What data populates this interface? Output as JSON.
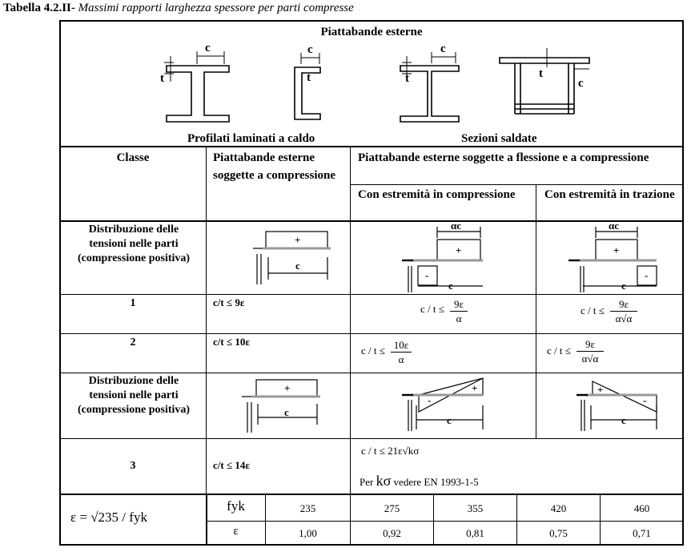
{
  "caption": {
    "label": "Tabella 4.2.II-",
    "title": "Massimi rapporti larghezza spessore per parti compresse"
  },
  "top": {
    "section_title": "Piattabande esterne",
    "left_group": "Profilati laminati a caldo",
    "right_group": "Sezioni saldate",
    "dim_c": "c",
    "dim_t": "t"
  },
  "header": {
    "classe": "Classe",
    "col2": "Piattabande esterne soggette a compressione",
    "col34": "Piattabande esterne soggette a flessione e a compressione",
    "col3": "Con estremità in compressione",
    "col4": "Con estremità in trazione"
  },
  "rows": {
    "dist_label": "Distribuzione delle tensioni nelle parti (compressione positiva)",
    "class1": "1",
    "class2": "2",
    "class3": "3",
    "r1_c2": "c/t ≤ 9ε",
    "r2_c2": "c/t ≤ 10ε",
    "r3_c2": "c/t ≤ 14ε",
    "ct": "c / t ≤",
    "r1_c3_num": "9ε",
    "r1_c3_den": "α",
    "r1_c4_num": "9ε",
    "r1_c4_den": "α√α",
    "r2_c3_num": "10ε",
    "r2_c3_den": "α",
    "r2_c4_num": "9ε",
    "r2_c4_den": "α√α",
    "r3_formula": "c / t ≤ 21ε√kσ",
    "r3_note_pre": "Per",
    "r3_note_k": "kσ",
    "r3_note_post": "vedere EN 1993-1-5",
    "alpha_c": "αc",
    "plus": "+",
    "minus": "-"
  },
  "bottom": {
    "eps_formula": "ε = √235 / fyk",
    "fyk_label": "fyk",
    "eps_label": "ε",
    "fyk_values": [
      "235",
      "275",
      "355",
      "420",
      "460"
    ],
    "eps_values": [
      "1,00",
      "0,92",
      "0,81",
      "0,75",
      "0,71"
    ]
  }
}
